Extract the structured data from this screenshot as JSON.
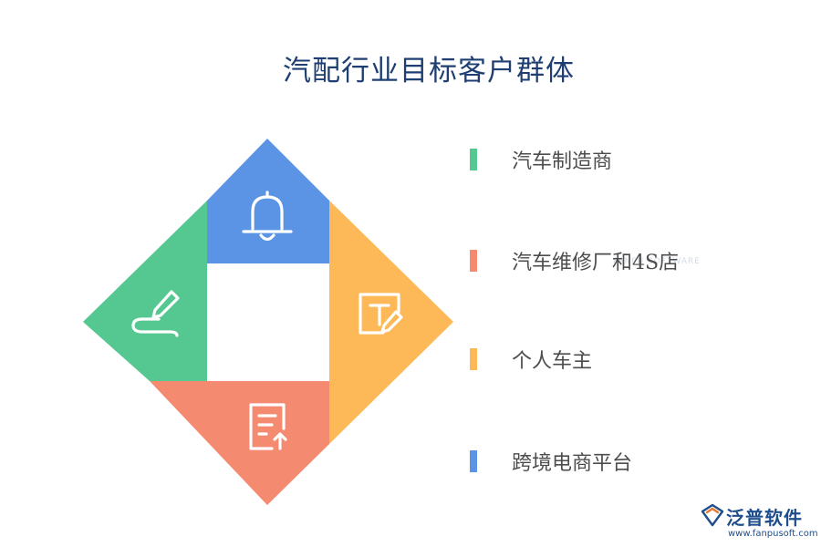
{
  "title": "汽配行业目标客户群体",
  "colors": {
    "green": "#55c791",
    "blue": "#5b93e5",
    "orange": "#f48a70",
    "yellow": "#fdb957",
    "title": "#1f3f73",
    "text": "#4d4d4d"
  },
  "diagram": {
    "segments": [
      {
        "color_key": "blue",
        "icon": "bell-icon"
      },
      {
        "color_key": "yellow",
        "icon": "text-edit-icon"
      },
      {
        "color_key": "orange",
        "icon": "document-upload-icon"
      },
      {
        "color_key": "green",
        "icon": "pen-signature-icon"
      }
    ]
  },
  "legend": [
    {
      "label": "汽车制造商",
      "color_key": "green"
    },
    {
      "label": "汽车维修厂和4S店",
      "color_key": "orange"
    },
    {
      "label": "个人车主",
      "color_key": "yellow"
    },
    {
      "label": "跨境电商平台",
      "color_key": "blue"
    }
  ],
  "watermark": "FANPU SOFTWARE",
  "logo": {
    "name": "泛普软件",
    "url": "www.fanpusoft.com"
  }
}
